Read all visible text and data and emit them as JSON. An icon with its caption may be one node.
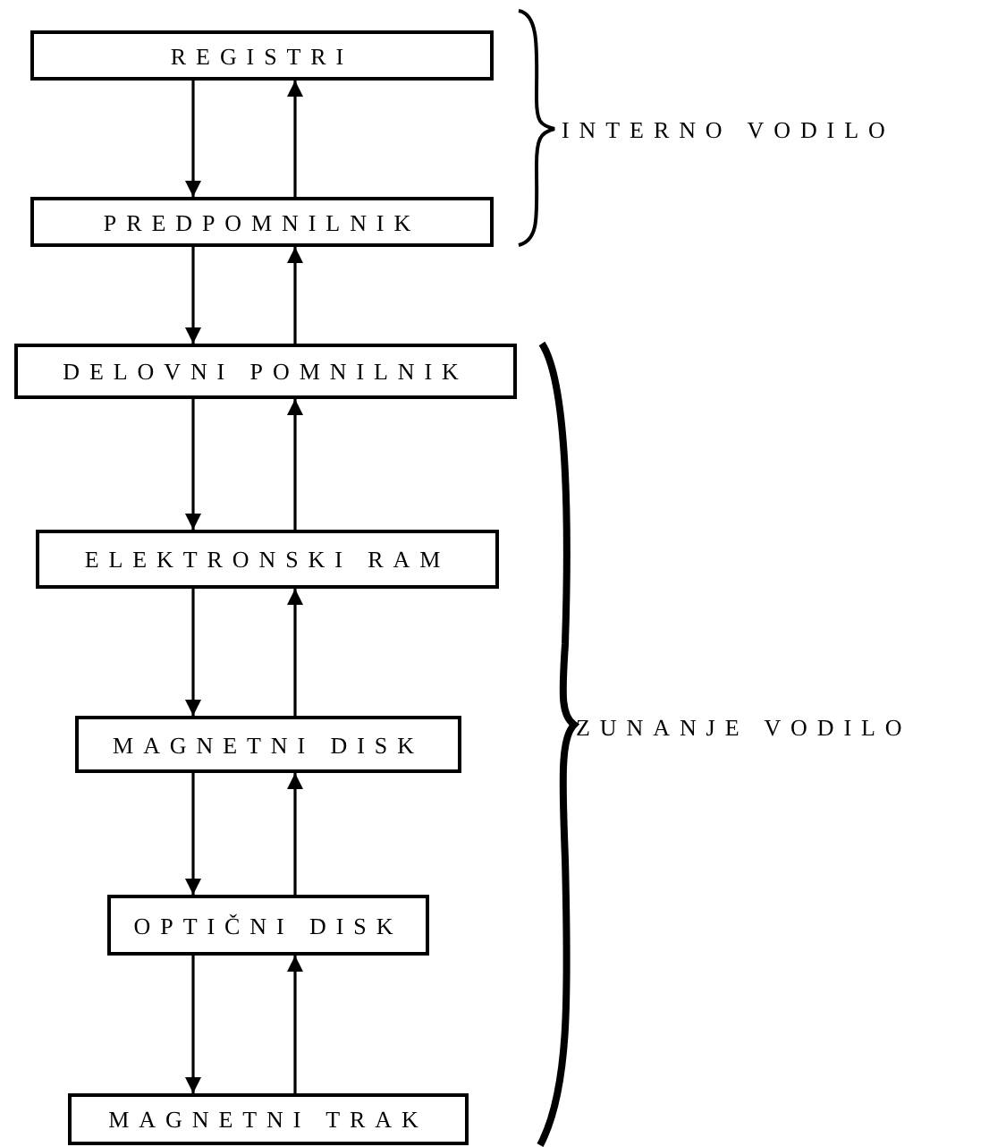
{
  "diagram": {
    "nodes": [
      {
        "text": [
          "REGISTRI"
        ]
      },
      {
        "text": [
          "PREDPOMNILNIK"
        ]
      },
      {
        "text": [
          "DELOVNI POMNILNIK"
        ]
      },
      {
        "text": [
          "ELEKTRONSKI RAM"
        ]
      },
      {
        "text": [
          "MAGNETNI DISK"
        ]
      },
      {
        "text": [
          "OPTIČNI DISK"
        ]
      },
      {
        "text": [
          "MAGNETNI TRAK"
        ]
      }
    ],
    "edges": [
      {
        "from": 0,
        "to": 1,
        "arrow": "to"
      },
      {
        "from": 1,
        "to": 0,
        "arrow": "to"
      },
      {
        "from": 1,
        "to": 2,
        "arrow": "to"
      },
      {
        "from": 2,
        "to": 1,
        "arrow": "to"
      },
      {
        "from": 2,
        "to": 3,
        "arrow": "to"
      },
      {
        "from": 3,
        "to": 2,
        "arrow": "to"
      },
      {
        "from": 3,
        "to": 4,
        "arrow": "to"
      },
      {
        "from": 4,
        "to": 3,
        "arrow": "to"
      },
      {
        "from": 4,
        "to": 5,
        "arrow": "to"
      },
      {
        "from": 5,
        "to": 4,
        "arrow": "to"
      },
      {
        "from": 5,
        "to": 6,
        "arrow": "to"
      },
      {
        "from": 6,
        "to": 5,
        "arrow": "to"
      }
    ],
    "labels": [
      "INTERNO VODILO",
      "ZUNANJE VODILO"
    ]
  }
}
